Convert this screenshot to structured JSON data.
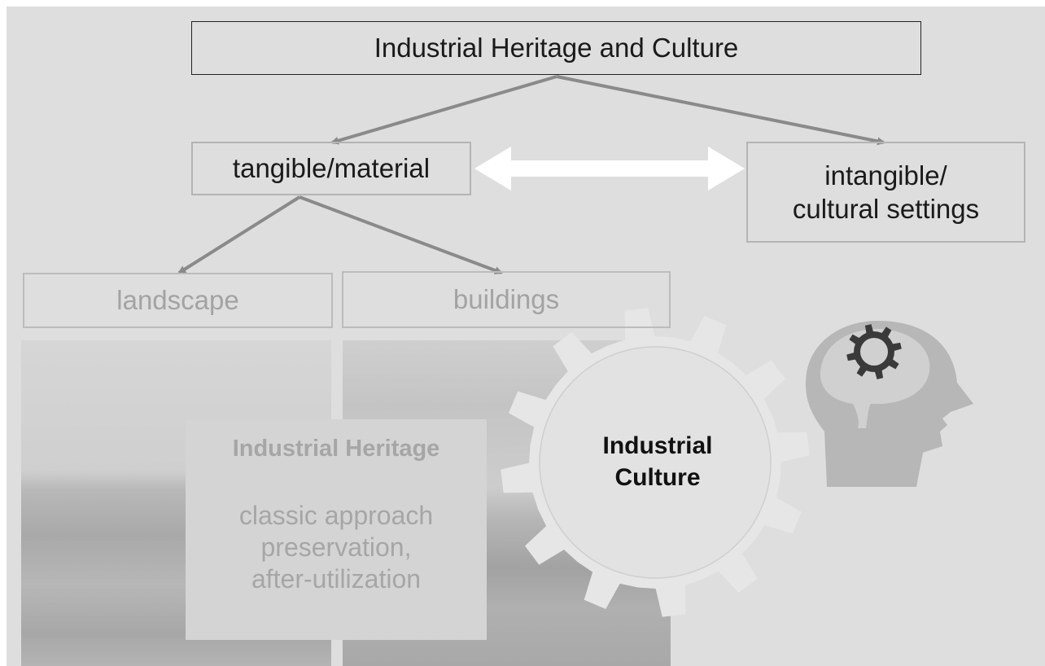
{
  "diagram": {
    "root": "Industrial Heritage and Culture",
    "tangible": "tangible/material",
    "intangible": [
      "intangible/",
      "cultural settings"
    ],
    "landscape": "landscape",
    "buildings": "buildings",
    "heritage": {
      "title": "Industrial Heritage",
      "lines": [
        "classic approach",
        "preservation,",
        "after-utilization"
      ]
    },
    "culture": [
      "Industrial",
      "Culture"
    ]
  },
  "colors": {
    "background": "#dedede",
    "arrow": "#8a8a8a",
    "gear": "#e6e6e6",
    "faded_text": "#a6a6a6"
  },
  "icons": [
    "gear-icon",
    "head-icon",
    "double-arrow-icon"
  ]
}
